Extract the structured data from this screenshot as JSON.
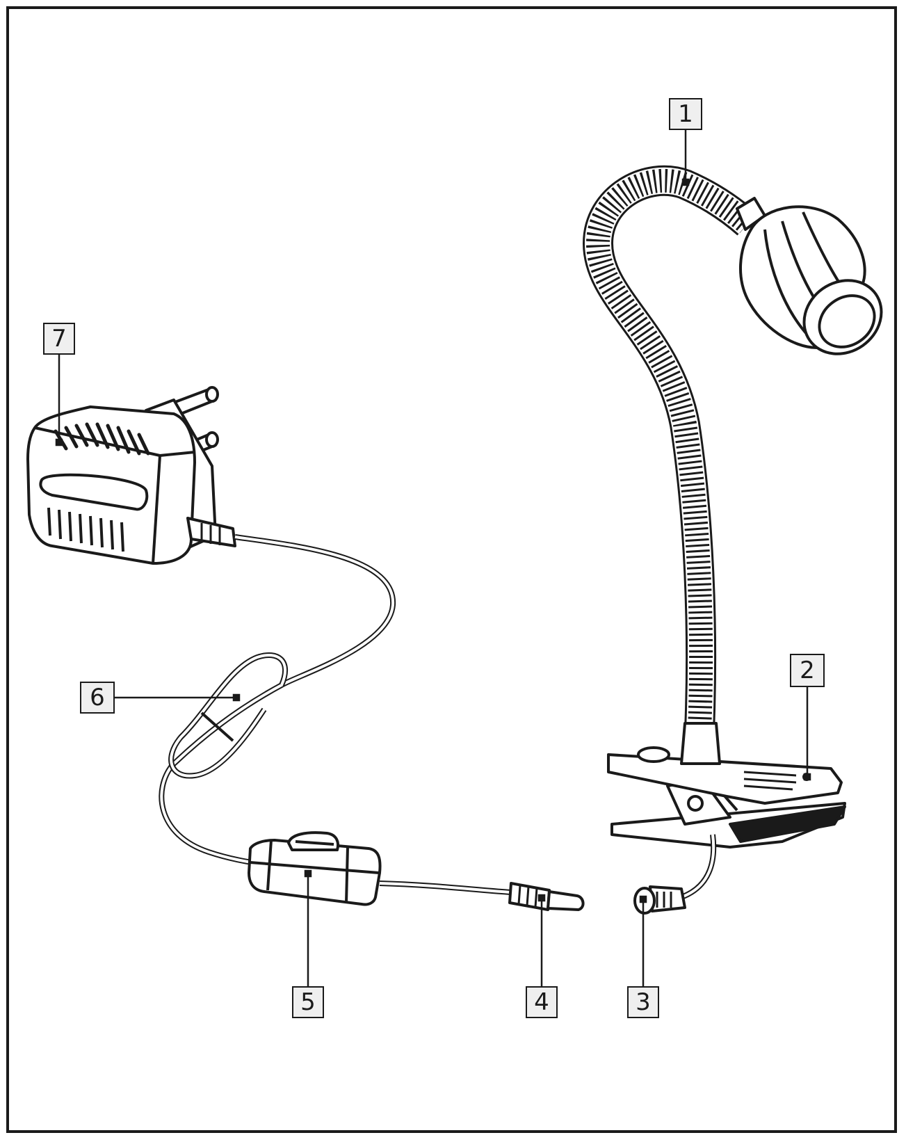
{
  "colors": {
    "line": "#1a1a1a",
    "callout_fill": "#efefef",
    "background": "#ffffff"
  },
  "callouts": [
    {
      "id": "1",
      "label": "1",
      "part": "flexible-gooseneck"
    },
    {
      "id": "2",
      "label": "2",
      "part": "clip-clamp"
    },
    {
      "id": "3",
      "label": "3",
      "part": "lamp-dc-socket"
    },
    {
      "id": "4",
      "label": "4",
      "part": "dc-plug"
    },
    {
      "id": "5",
      "label": "5",
      "part": "inline-switch"
    },
    {
      "id": "6",
      "label": "6",
      "part": "power-cord"
    },
    {
      "id": "7",
      "label": "7",
      "part": "power-adapter"
    }
  ]
}
